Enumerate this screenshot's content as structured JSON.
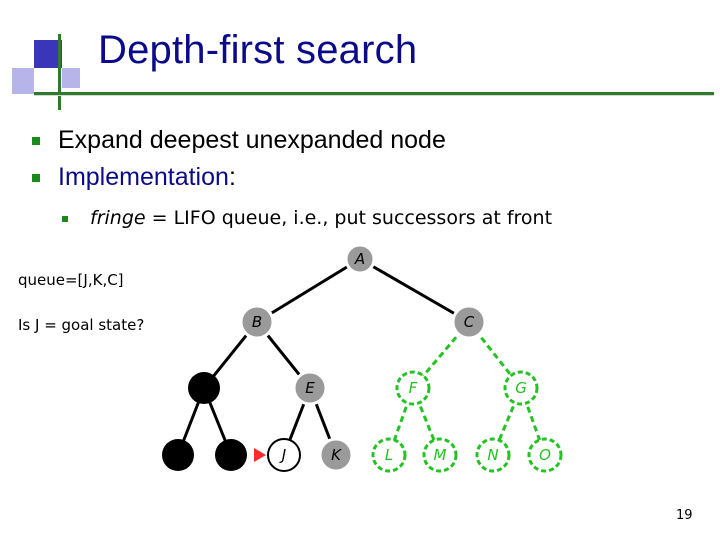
{
  "slide": {
    "title": "Depth-first search",
    "bullets": [
      {
        "text": "Expand deepest unexpanded node"
      },
      {
        "text_before": "Implementation",
        "text_after": ":"
      }
    ],
    "sub_bullet": {
      "italic": "fringe",
      "text": " = LIFO queue, i.e., put successors at front"
    },
    "queue_note": "queue=[J,K,C]",
    "question_note": "Is J = goal state?",
    "slide_number": "19"
  },
  "colors": {
    "title": "#0b0b8a",
    "bullet": "#1a8a1a",
    "expanded_node": "#9a9a9a",
    "visited_removed_node": "#000000",
    "unexplored_node": "#22c322",
    "current_marker": "#ff2a2a",
    "decor_blue": "#3a36b8",
    "decor_lavender": "#b6b4e8",
    "decor_green": "#2f7a2f"
  },
  "tree": {
    "nodes": [
      {
        "id": "A",
        "label": "A",
        "state": "expanded"
      },
      {
        "id": "B",
        "label": "B",
        "state": "expanded"
      },
      {
        "id": "C",
        "label": "C",
        "state": "expanded"
      },
      {
        "id": "D",
        "label": "",
        "state": "removed"
      },
      {
        "id": "E",
        "label": "E",
        "state": "expanded"
      },
      {
        "id": "F",
        "label": "F",
        "state": "unexplored"
      },
      {
        "id": "G",
        "label": "G",
        "state": "unexplored"
      },
      {
        "id": "H",
        "label": "",
        "state": "removed"
      },
      {
        "id": "I",
        "label": "",
        "state": "removed"
      },
      {
        "id": "J",
        "label": "J",
        "state": "expanded",
        "current": true
      },
      {
        "id": "K",
        "label": "K",
        "state": "expanded"
      },
      {
        "id": "L",
        "label": "L",
        "state": "unexplored"
      },
      {
        "id": "M",
        "label": "M",
        "state": "unexplored"
      },
      {
        "id": "N",
        "label": "N",
        "state": "unexplored"
      },
      {
        "id": "O",
        "label": "O",
        "state": "unexplored"
      }
    ],
    "edges": [
      {
        "from": "A",
        "to": "B",
        "style": "solid"
      },
      {
        "from": "A",
        "to": "C",
        "style": "solid"
      },
      {
        "from": "B",
        "to": "D",
        "style": "solid"
      },
      {
        "from": "B",
        "to": "E",
        "style": "solid"
      },
      {
        "from": "D",
        "to": "H",
        "style": "solid"
      },
      {
        "from": "D",
        "to": "I",
        "style": "solid"
      },
      {
        "from": "E",
        "to": "J",
        "style": "solid"
      },
      {
        "from": "E",
        "to": "K",
        "style": "solid"
      },
      {
        "from": "C",
        "to": "F",
        "style": "dashed"
      },
      {
        "from": "C",
        "to": "G",
        "style": "dashed"
      },
      {
        "from": "F",
        "to": "L",
        "style": "dashed"
      },
      {
        "from": "F",
        "to": "M",
        "style": "dashed"
      },
      {
        "from": "G",
        "to": "N",
        "style": "dashed"
      },
      {
        "from": "G",
        "to": "O",
        "style": "dashed"
      }
    ]
  }
}
